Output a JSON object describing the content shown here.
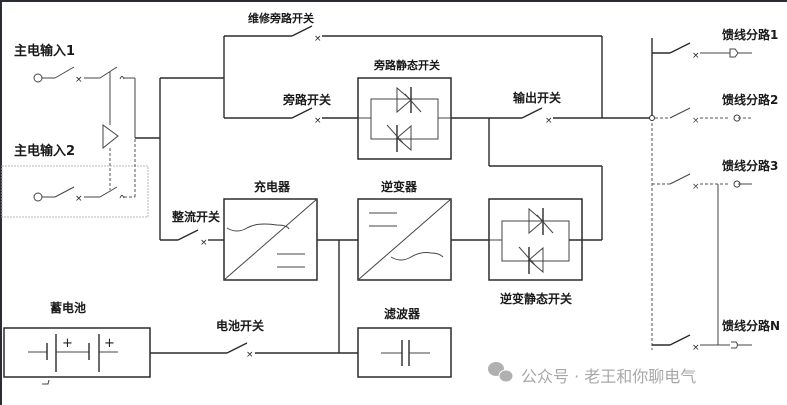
{
  "diagram": {
    "title": "UPS系统结构示意图",
    "inputs": [
      {
        "id": "main1",
        "label": "主电输入1"
      },
      {
        "id": "main2",
        "label": "主电输入2"
      }
    ],
    "switches": {
      "maintenance_bypass": "维修旁路开关",
      "bypass": "旁路开关",
      "output": "输出开关",
      "rectifier": "整流开关",
      "battery": "电池开关"
    },
    "blocks": {
      "bypass_static_switch": "旁路静态开关",
      "charger": "充电器",
      "inverter": "逆变器",
      "inverter_static_switch": "逆变静态开关",
      "battery": "蓄电池",
      "filter": "滤波器"
    },
    "feeders": [
      {
        "label": "馈线分路1",
        "style": "solid"
      },
      {
        "label": "馈线分路2",
        "style": "dashed"
      },
      {
        "label": "馈线分路3",
        "style": "dashed"
      },
      {
        "label": "馈线分路N",
        "style": "solid"
      }
    ],
    "symbols": {
      "battery_plus": "+",
      "battery_plus_2": "+"
    },
    "watermark": {
      "icon": "wechat-icon",
      "text": "公众号 · 老王和你聊电气"
    }
  }
}
